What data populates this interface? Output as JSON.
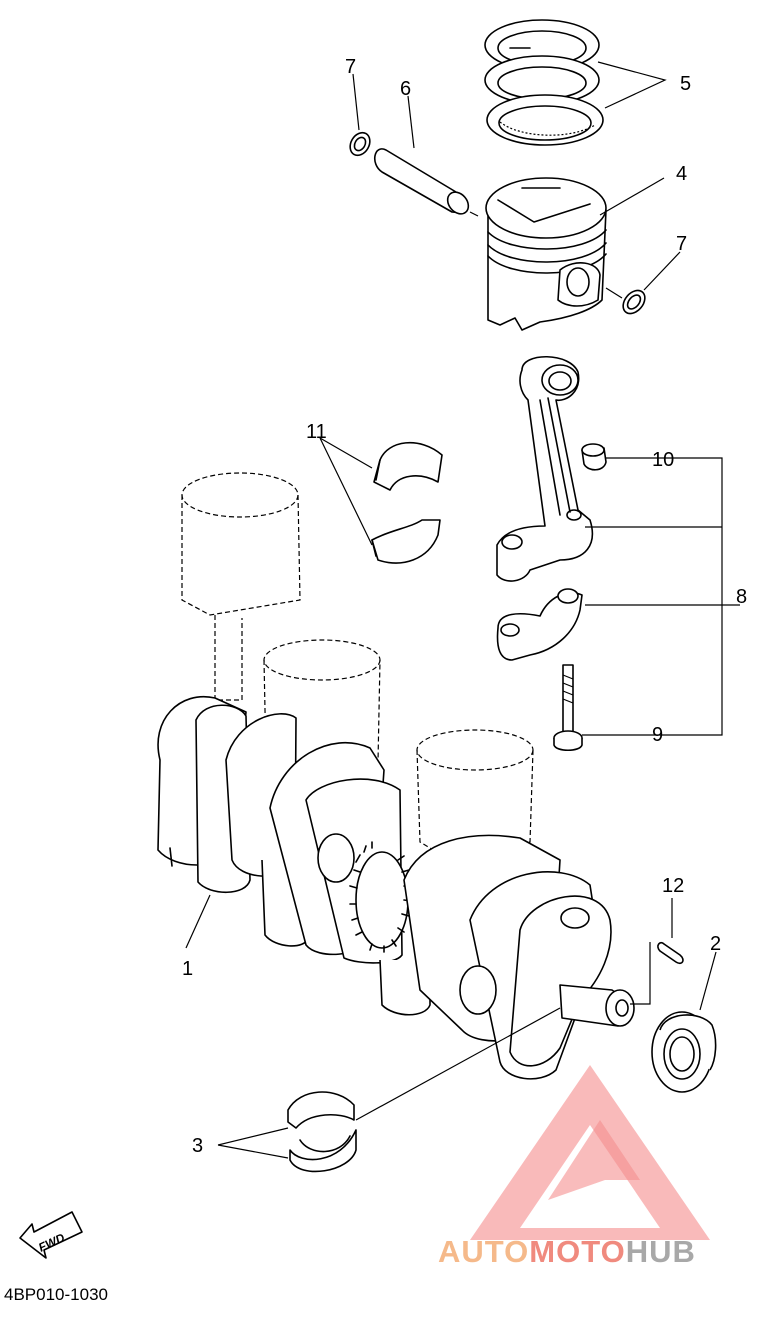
{
  "callouts": [
    {
      "id": "1",
      "text": "1"
    },
    {
      "id": "2",
      "text": "2"
    },
    {
      "id": "3",
      "text": "3"
    },
    {
      "id": "4",
      "text": "4"
    },
    {
      "id": "5",
      "text": "5"
    },
    {
      "id": "6",
      "text": "6"
    },
    {
      "id": "7a",
      "text": "7"
    },
    {
      "id": "7b",
      "text": "7"
    },
    {
      "id": "8",
      "text": "8"
    },
    {
      "id": "9",
      "text": "9"
    },
    {
      "id": "10",
      "text": "10"
    },
    {
      "id": "11",
      "text": "11"
    },
    {
      "id": "12",
      "text": "12"
    }
  ],
  "fwd_label": "FWD",
  "diagram_code": "4BP010-1030",
  "watermark": {
    "part1": "AUTO",
    "part2": "MOTO",
    "part3": "HUB",
    "colors": {
      "auto": "#f5b98a",
      "moto": "#f08a7e",
      "hub": "#a8a8a8",
      "triangle": "#f26b6b"
    }
  }
}
